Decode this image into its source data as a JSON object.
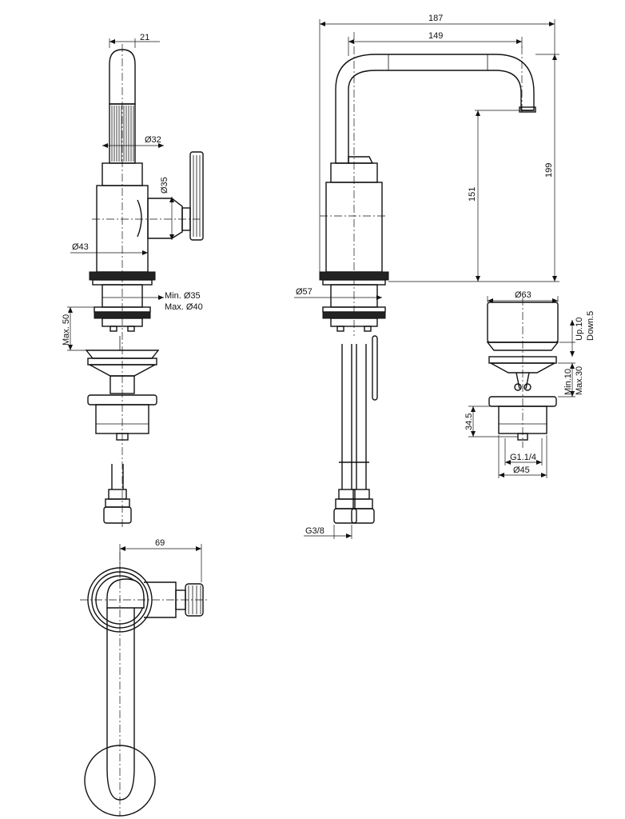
{
  "drawing": {
    "labels": {
      "side_width_top": "21",
      "side_knurl_dia": "Ø32",
      "side_lever_dia": "Ø35",
      "side_body_dia": "Ø43",
      "side_hole_min": "Min. Ø35",
      "side_hole_max": "Max. Ø40",
      "side_deck_max": "Max. 50",
      "front_total_reach": "187",
      "front_spout_reach": "149",
      "front_total_height": "199",
      "front_spout_height": "151",
      "front_base_dia": "Ø57",
      "front_thread": "G3/8",
      "waste_cap_dia": "Ø63",
      "waste_up": "Up.10",
      "waste_down": "Down.5",
      "waste_min": "Min.10",
      "waste_max": "Max.30",
      "waste_body_height": "34.5",
      "waste_thread": "G1.1/4",
      "waste_body_dia": "Ø45",
      "top_lever_offset": "69"
    }
  }
}
